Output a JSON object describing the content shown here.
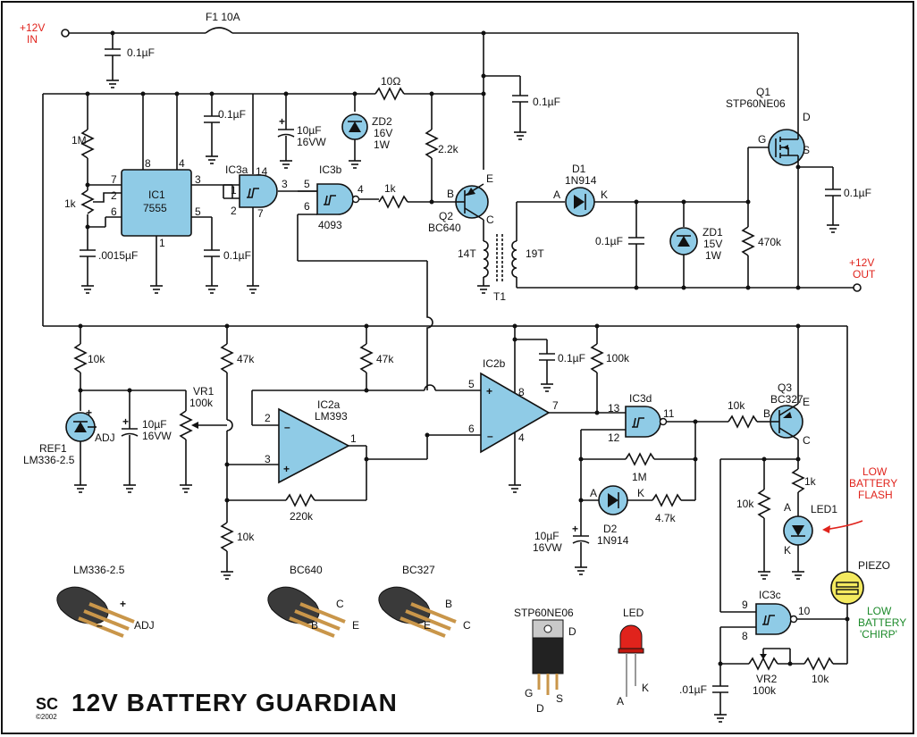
{
  "title": "12V BATTERY GUARDIAN",
  "logo": {
    "mark": "SC",
    "year": "©2002"
  },
  "labels": {
    "in_v": "+12V",
    "in_in": "IN",
    "out_v": "+12V",
    "out_out": "OUT",
    "fuse": "F1  10A",
    "c_in": "0.1µF",
    "c_q2": "0.1µF",
    "c_ic3a": "0.1µF",
    "c10_a": "10µF",
    "c10_b": "16VW",
    "zd2_a": "ZD2",
    "zd2_b": "16V",
    "zd2_c": "1W",
    "r10ohm": "10Ω",
    "r22k": "2.2k",
    "r1m": "1M",
    "r1k": "1k",
    "c0015": ".0015µF",
    "ic1_a": "IC1",
    "ic1_b": "7555",
    "c_ic1": "0.1µF",
    "ic3a": "IC3a",
    "ic3b": "IC3b",
    "ic3b_pn": "4093",
    "r1k_b": "1k",
    "q2_a": "Q2",
    "q2_b": "BC640",
    "t_14t": "14T",
    "t_19t": "19T",
    "t1": "T1",
    "d1_a": "D1",
    "d1_b": "1N914",
    "c_d1": "0.1µF",
    "zd1_a": "ZD1",
    "zd1_b": "15V",
    "zd1_c": "1W",
    "r470k": "470k",
    "q1_a": "Q1",
    "q1_b": "STP60NE06",
    "c_q1": "0.1µF",
    "r10k_ref": "10k",
    "ref1_a": "REF1",
    "ref1_b": "LM336-2.5",
    "adj": "ADJ",
    "c10_ref_a": "10µF",
    "c10_ref_b": "16VW",
    "vr1_a": "VR1",
    "vr1_b": "100k",
    "r47k_a": "47k",
    "r47k_b": "47k",
    "ic2a_a": "IC2a",
    "ic2a_b": "LM393",
    "r220k": "220k",
    "r10k_bot": "10k",
    "ic2b": "IC2b",
    "c_ic2b": "0.1µF",
    "r100k": "100k",
    "ic3d": "IC3d",
    "r10k_q3": "10k",
    "q3_a": "Q3",
    "q3_b": "BC327",
    "r1m_b": "1M",
    "d2_a": "D2",
    "d2_b": "1N914",
    "r47k_d2": "4.7k",
    "c10_d2_a": "10µF",
    "c10_d2_b": "16VW",
    "r1k_led": "1k",
    "r10k_led": "10k",
    "led1": "LED1",
    "low_bat_1": "LOW",
    "low_bat_2": "BATTERY",
    "low_bat_3": "FLASH",
    "piezo": "PIEZO",
    "chirp_1": "LOW",
    "chirp_2": "BATTERY",
    "chirp_3": "'CHIRP'",
    "ic3c": "IC3c",
    "c01": ".01µF",
    "vr2_a": "VR2",
    "vr2_b": "100k",
    "r10k_vr2": "10k",
    "pkg_lm336": "LM336-2.5",
    "pkg_bc640": "BC640",
    "pkg_bc327": "BC327",
    "pkg_stp": "STP60NE06",
    "pkg_led": "LED",
    "pin_plus": "+",
    "pin_minus": "–",
    "pin_adj": "ADJ",
    "pin_c": "C",
    "pin_b": "B",
    "pin_e": "E",
    "pin_d": "D",
    "pin_g": "G",
    "pin_s": "S",
    "pin_a": "A",
    "pin_k": "K",
    "n1": "1",
    "n2": "2",
    "n3": "3",
    "n4": "4",
    "n5": "5",
    "n6": "6",
    "n7": "7",
    "n8": "8",
    "n9": "9",
    "n10": "10",
    "n11": "11",
    "n12": "12",
    "n13": "13",
    "n14": "14"
  },
  "colors": {
    "component": "#8fcbe6",
    "accent_red": "#e0231c",
    "accent_green": "#1c8a2a"
  }
}
